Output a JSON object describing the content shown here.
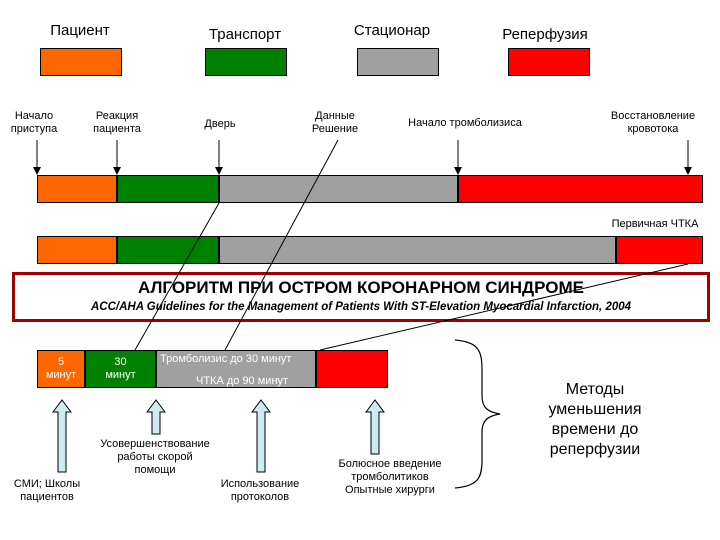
{
  "colors": {
    "patient": "#ff6600",
    "transport": "#008000",
    "hospital": "#a0a0a0",
    "reperfusion": "#ff0000",
    "banner_border": "#a00000",
    "arrow_fill": "#ccecf0"
  },
  "legend": {
    "patient": "Пациент",
    "transport": "Транспорт",
    "hospital": "Стационар",
    "reperfusion": "Реперфузия"
  },
  "milestones": {
    "onset": "Начало\nприступа",
    "reaction": "Реакция\nпациента",
    "door": "Дверь",
    "data_decision": "Данные\nРешение",
    "thrombolysis_start": "Начало тромболизиса",
    "restoration": "Восстановление\nкровотока"
  },
  "pci_label": "Первичная ЧТКА",
  "banner": {
    "title": "АЛГОРИТМ ПРИ ОСТРОМ КОРОНАРНОМ СИНДРОМЕ",
    "subtitle": "ACC/AHA Guidelines for the Management of Patients With ST-Elevation Myocardial Infarction, 2004"
  },
  "goals": {
    "min5": "5\nминут",
    "min30": "30\nминут",
    "thrombolysis_target": "Тромболизис до 30 минут",
    "pci_target": "ЧТКА до 90 минут"
  },
  "methods": {
    "media": "СМИ; Школы\nпациентов",
    "ambulance": "Усовершенствование\nработы скорой\nпомощи",
    "protocols": "Использование\nпротоколов",
    "bolus": "Болюсное введение\nтромболитиков\nОпытные хирурги"
  },
  "summary": "Методы\nуменьшения\nвремени до\nреперфузии"
}
